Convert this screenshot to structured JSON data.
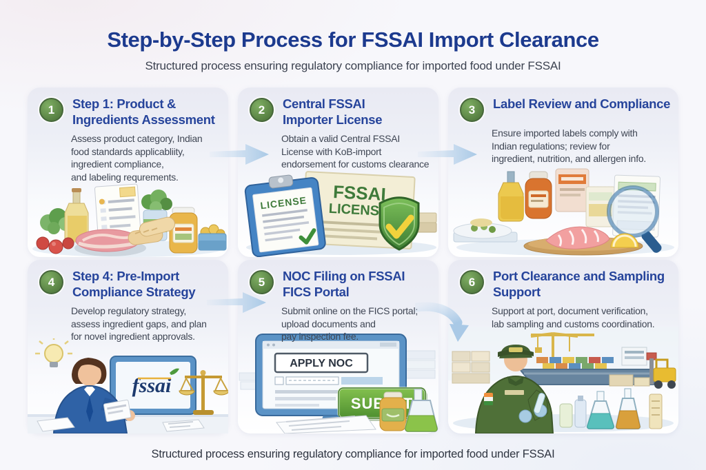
{
  "header": {
    "title": "Step-by-Step Process for FSSAI Import Clearance",
    "subtitle": "Structured process ensuring regulatory compliance for imported food under FSSAI"
  },
  "footer": {
    "caption": "Structured process ensuring regulatory compliance for imported food under FSSAI"
  },
  "steps": [
    {
      "number": "1",
      "title": "Step 1: Product & Ingredients Assessment",
      "title_lines": [
        "Step 1: Product &",
        "Ingredients Assessment"
      ],
      "body": "Assess product category, Indian food standards applicabliity, ingredient compliance, and labeling requrements.",
      "body_lines": [
        "Assess product category, Indian",
        "food standards applicabliity,",
        "ingredient compliance,",
        "and labeling requrements."
      ]
    },
    {
      "number": "2",
      "title": "Central FSSAI Importer License",
      "title_lines": [
        "Central FSSAI",
        "Importer License"
      ],
      "body": "Obtain a valid Central FSSAI License with KoB-import endorsement for customs clearance",
      "body_lines": [
        "Obtain a valid Central FSSAI",
        "License with KoB-import",
        "endorsement for customs clearance"
      ]
    },
    {
      "number": "3",
      "title": "Label Review and Compliance",
      "title_lines": [
        "Label Review and Compliance"
      ],
      "body": "Ensure imported labels comply with Indian regulations; review for ingredient, nutrition, and allergen info.",
      "body_lines": [
        "Ensure imported labels comply with",
        "Indian regulations; review for",
        "ingredient, nutrition, and allergen info."
      ]
    },
    {
      "number": "4",
      "title": "Step 4: Pre-Import Compliance Strategy",
      "title_lines": [
        "Step 4: Pre-Import",
        "Compliance Strategy"
      ],
      "body": "Develop regulatory strategy, assess ingredient gaps, and plan for novel ingredient approvals.",
      "body_lines": [
        "Develop regulatory strategy,",
        "assess ingredient gaps, and plan",
        "for novel ingredient approvals."
      ]
    },
    {
      "number": "5",
      "title": "NOC Filing on FSSAI FICS Portal",
      "title_lines": [
        "NOC Filing on FSSAI",
        "FICS Portal"
      ],
      "body": "Submit online on the FICS portal; upload documents and pay inspection fee.",
      "body_lines": [
        "Submit online on the FICS portal;",
        "upload documents and",
        "pay inspection fee."
      ]
    },
    {
      "number": "6",
      "title": "Port Clearance and Sampling Support",
      "title_lines": [
        "Port Clearance and Sampling",
        "Support"
      ],
      "body": "Support at port, document verification, lab sampling and customs coordination.",
      "body_lines": [
        "Support at port, document verification,",
        "lab sampling and customs coordination."
      ]
    }
  ],
  "illustrations": {
    "clipboard_label": "LICENSE",
    "certificate_line1": "FSSAI",
    "certificate_line2": "LICENSE",
    "monitor_logo": "fssai",
    "noc_header": "APPLY NOC",
    "submit_button": "SUBMIT"
  },
  "colors": {
    "title_navy": "#1c3a8e",
    "step_title_blue": "#26449b",
    "body_text": "#3f4654",
    "badge_green": "#557e41",
    "arrow_blue": "#b7d2ec",
    "submit_green": "#5fa136",
    "shield_green": "#4c8a3a",
    "check_yellow": "#f2d23c"
  }
}
